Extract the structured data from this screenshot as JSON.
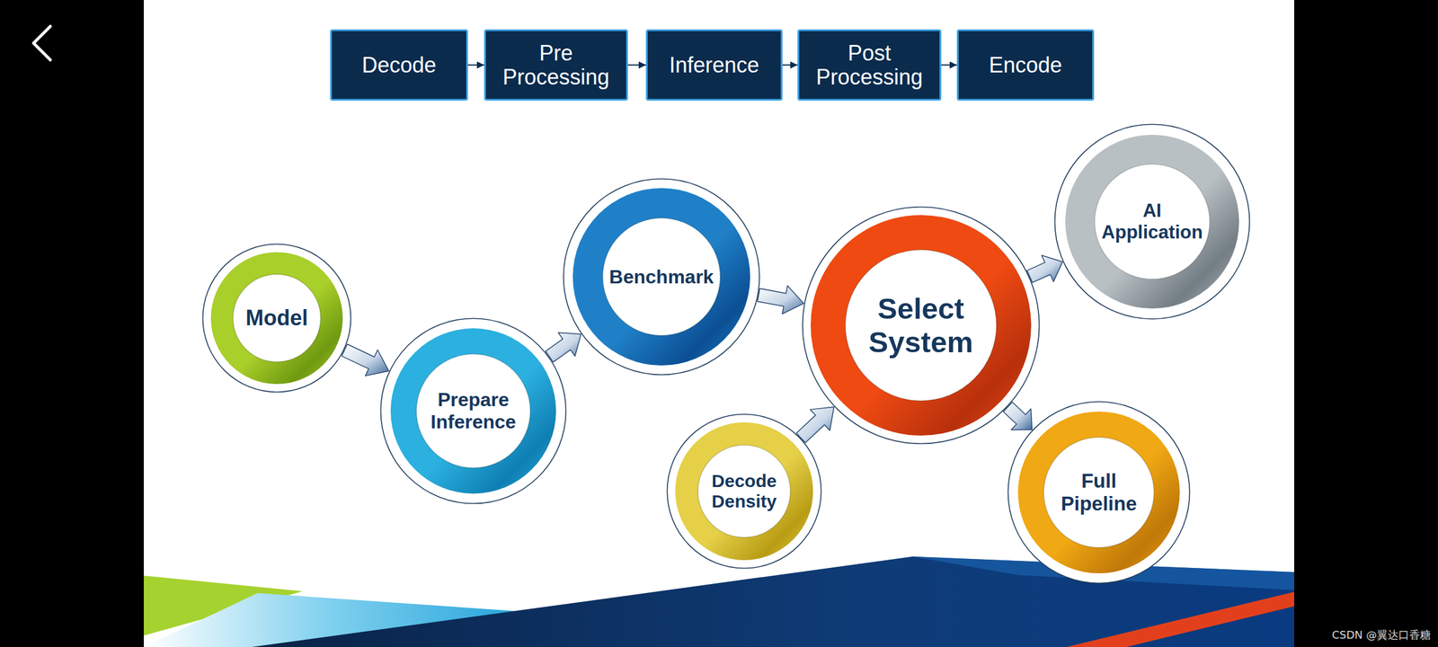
{
  "diagram": {
    "nodes": [
      {
        "text": [
          "Decode"
        ]
      },
      {
        "text": [
          "Pre Processing"
        ]
      },
      {
        "text": [
          "Inference"
        ]
      },
      {
        "text": [
          "Post Processing"
        ]
      },
      {
        "text": [
          "Encode"
        ]
      },
      {
        "text": [
          "Model"
        ]
      },
      {
        "text": [
          "Prepare Inference"
        ]
      },
      {
        "text": [
          "Benchmark"
        ]
      },
      {
        "text": [
          "Select System"
        ]
      },
      {
        "text": [
          "AI Application"
        ]
      },
      {
        "text": [
          "Decode Density"
        ]
      },
      {
        "text": [
          "Full Pipeline"
        ]
      }
    ],
    "edges": [
      {
        "from": 0,
        "to": 1,
        "arrow": "to"
      },
      {
        "from": 1,
        "to": 2,
        "arrow": "to"
      },
      {
        "from": 2,
        "to": 3,
        "arrow": "to"
      },
      {
        "from": 3,
        "to": 4,
        "arrow": "to"
      },
      {
        "from": 5,
        "to": 6,
        "arrow": "to"
      },
      {
        "from": 6,
        "to": 7,
        "arrow": "to"
      },
      {
        "from": 7,
        "to": 8,
        "arrow": "to"
      },
      {
        "from": 10,
        "to": 8,
        "arrow": "to"
      },
      {
        "from": 8,
        "to": 9,
        "arrow": "to"
      },
      {
        "from": 8,
        "to": 11,
        "arrow": "to"
      }
    ],
    "labels": [
      "CSDN @翼达口香糖"
    ]
  }
}
